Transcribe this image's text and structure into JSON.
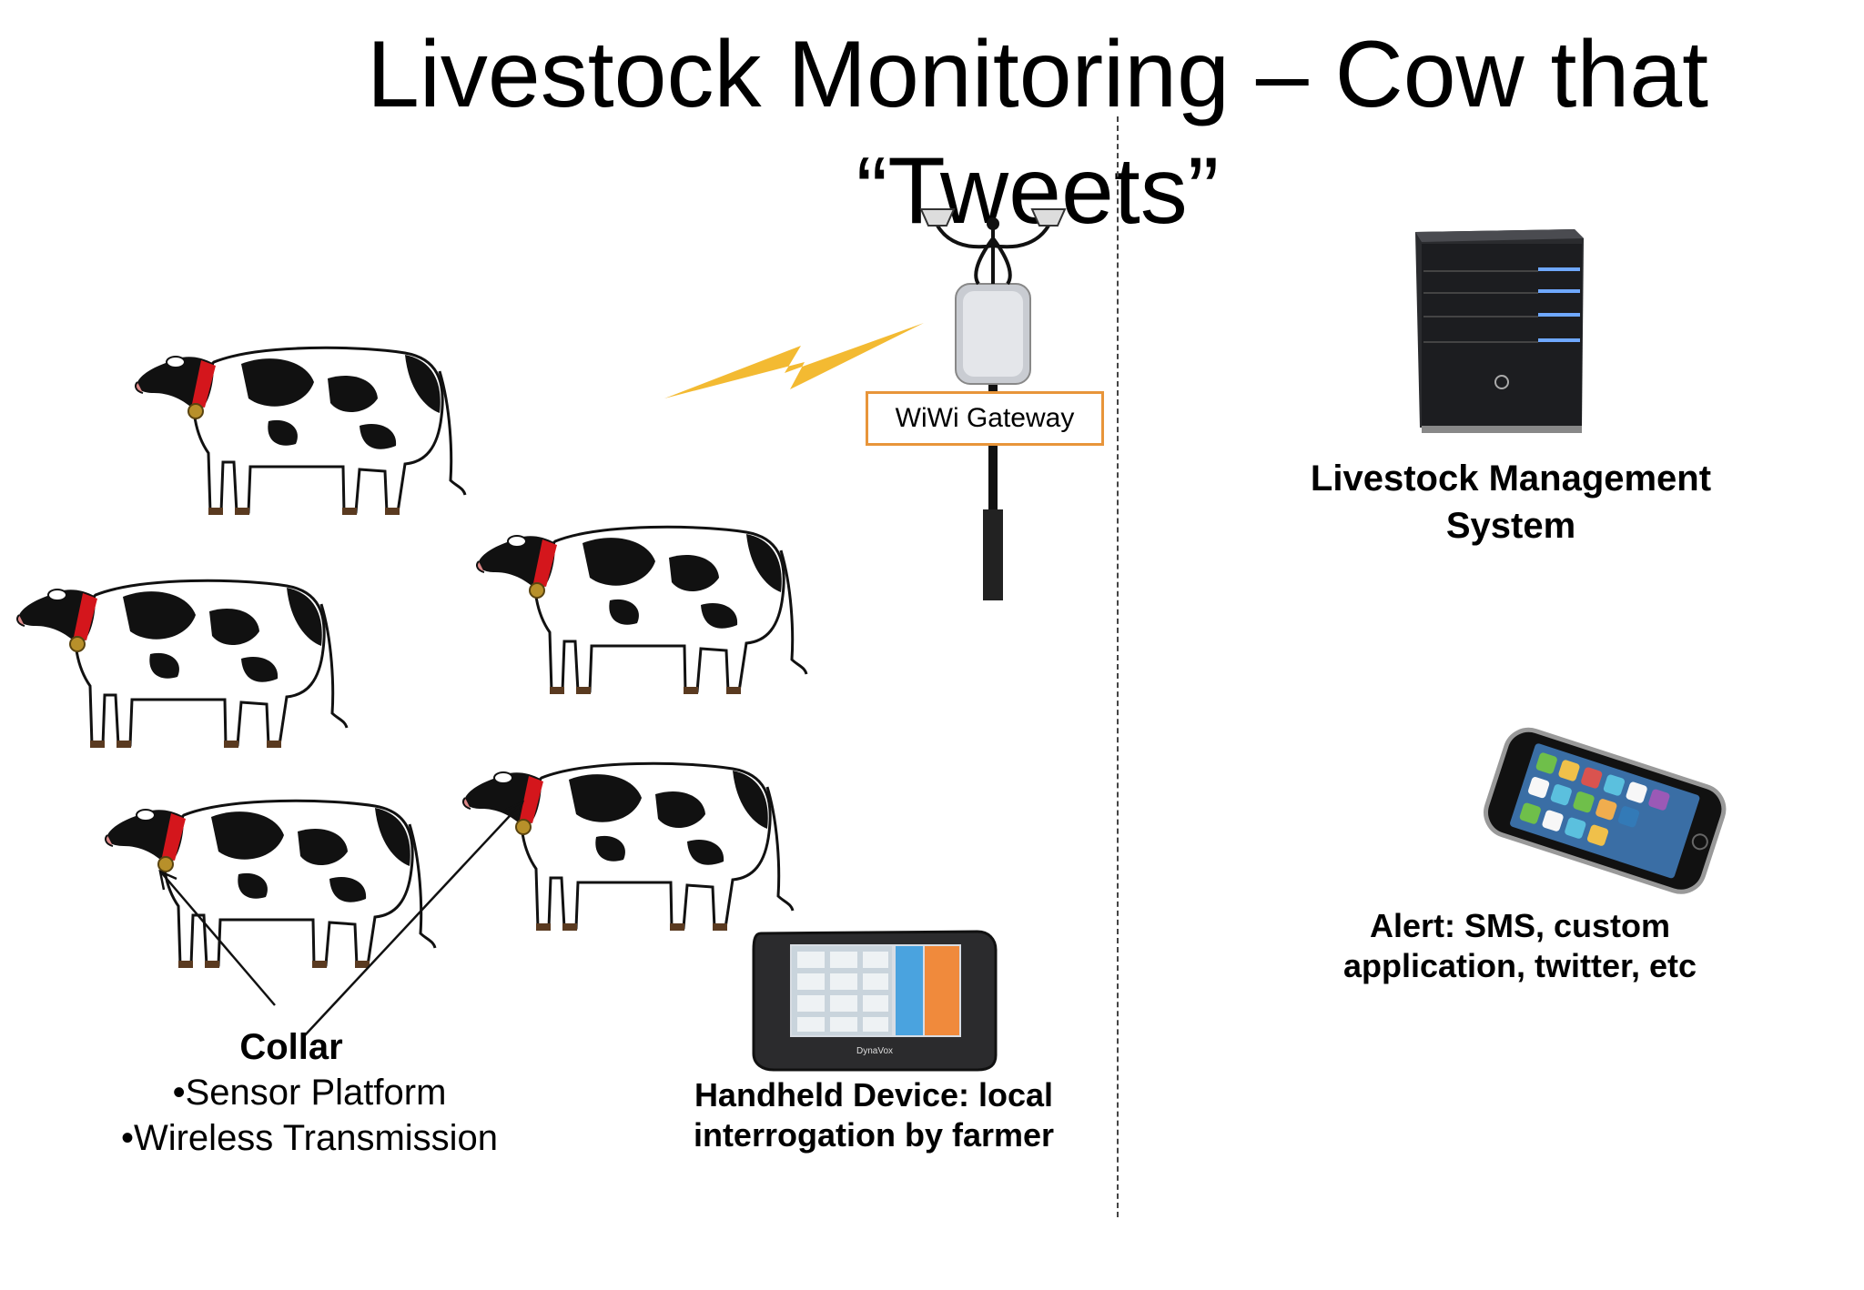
{
  "title": "Livestock Monitoring – Cow that “Tweets”",
  "gateway_label": "WiWi Gateway",
  "server_label": "Livestock Management System",
  "phone_label": "Alert: SMS, custom application, twitter, etc",
  "handheld_label": "Handheld Device: local interrogation by farmer",
  "handheld_brand": "DynaVox",
  "collar": {
    "title": "Collar",
    "items": [
      "Sensor Platform",
      "Wireless Transmission"
    ]
  },
  "colors": {
    "gateway_border": "#e8953a",
    "lightning": "#f2b21c",
    "collar_red": "#d4161c",
    "server_led": "#6fa8ff"
  },
  "icons": [
    "cow-icon",
    "lightning-icon",
    "gateway-antenna-icon",
    "server-tower-icon",
    "smartphone-icon",
    "tablet-icon"
  ]
}
